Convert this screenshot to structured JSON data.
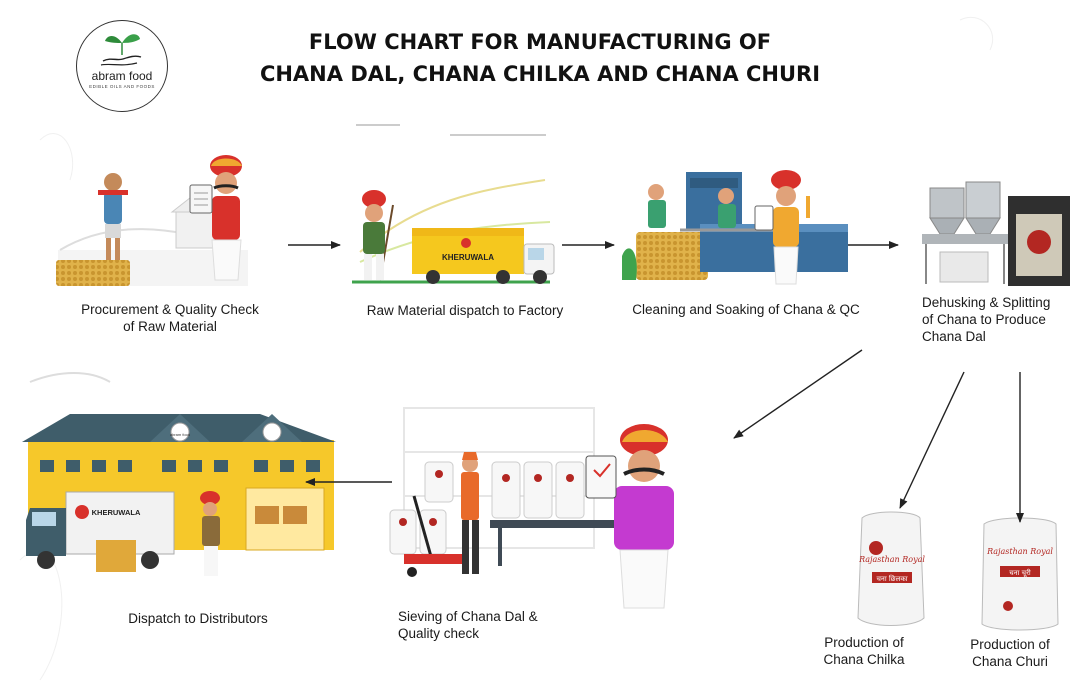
{
  "title": {
    "line1": "FLOW CHART FOR MANUFACTURING OF",
    "line2": "CHANA DAL, CHANA CHILKA AND CHANA CHURI"
  },
  "logo": {
    "name": "abram food",
    "tagline": "EDIBLE OILS AND FOODS"
  },
  "truck_brand": "KHERUWALA",
  "warehouse_brand": "abram food",
  "sack_brand": "Rajasthan Royal",
  "sack_chilka_label": "चना छिलका",
  "sack_churi_label": "चना चूरी",
  "steps": [
    {
      "id": "procurement",
      "label_line1": "Procurement & Quality Check",
      "label_line2": "of Raw Material"
    },
    {
      "id": "dispatch-to-factory",
      "label_line1": "Raw Material dispatch to Factory"
    },
    {
      "id": "cleaning",
      "label_line1": "Cleaning and Soaking of Chana & QC"
    },
    {
      "id": "dehusking",
      "label_line1": "Dehusking & Splitting",
      "label_line2": "of Chana to Produce",
      "label_line3": "Chana Dal"
    },
    {
      "id": "sieving",
      "label_line1": "Sieving of Chana Dal &",
      "label_line2": "Quality check"
    },
    {
      "id": "dispatch-distributors",
      "label_line1": "Dispatch to Distributors"
    },
    {
      "id": "chilka",
      "label_line1": "Production of",
      "label_line2": "Chana Chilka"
    },
    {
      "id": "churi",
      "label_line1": "Production of",
      "label_line2": "Chana Churi"
    }
  ],
  "colors": {
    "truck_yellow": "#f5c81e",
    "warehouse_yellow": "#f6c82a",
    "roof": "#3f5d6a",
    "turban_red": "#d8312b",
    "machine_blue": "#3a6f9e",
    "chana_gold": "#e0b24a",
    "arrow": "#222222"
  }
}
